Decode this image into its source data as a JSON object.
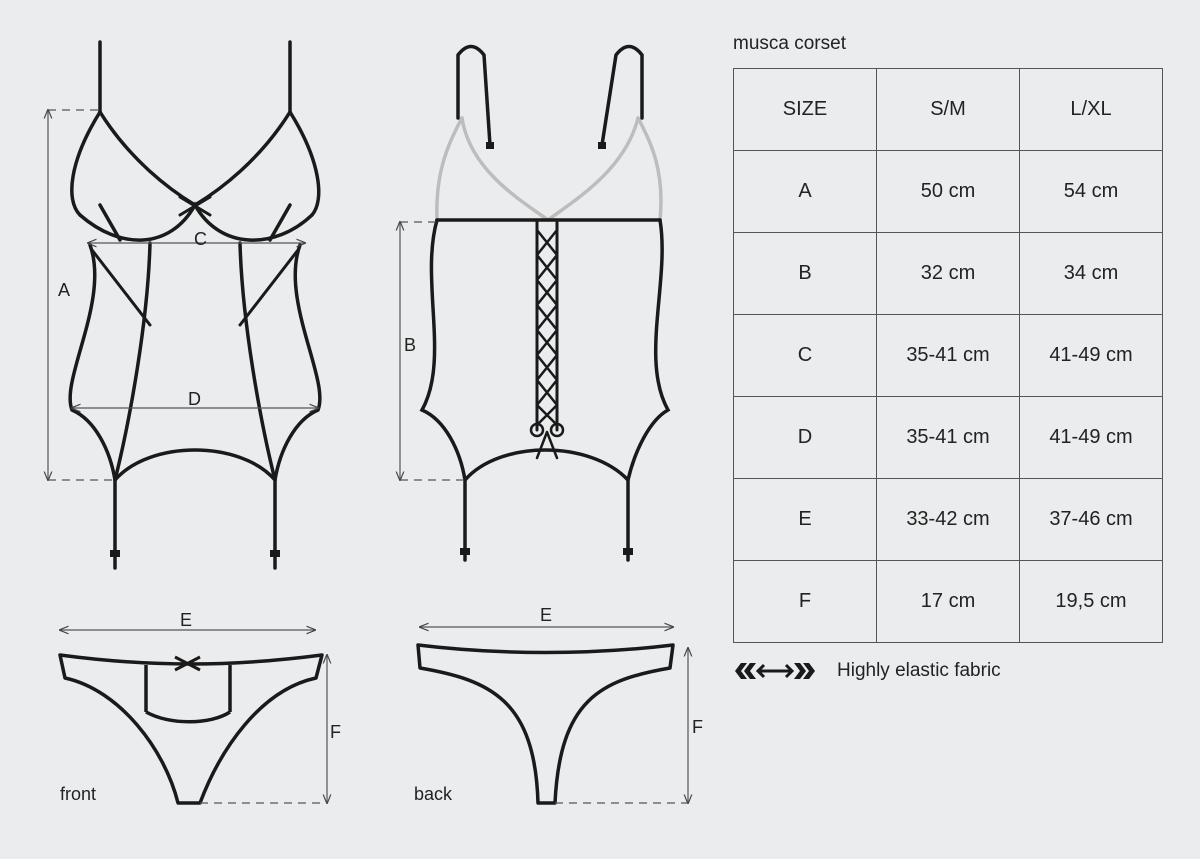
{
  "title": "musca corset",
  "table": {
    "header": [
      "SIZE",
      "S/M",
      "L/XL"
    ],
    "rows": [
      [
        "A",
        "50 cm",
        "54 cm"
      ],
      [
        "B",
        "32 cm",
        "34 cm"
      ],
      [
        "C",
        "35-41 cm",
        "41-49 cm"
      ],
      [
        "D",
        "35-41 cm",
        "41-49 cm"
      ],
      [
        "E",
        "33-42 cm",
        "37-46 cm"
      ],
      [
        "F",
        "17 cm",
        "19,5 cm"
      ]
    ]
  },
  "legend": {
    "icon": "elastic-arrows-icon",
    "label": "Highly elastic fabric"
  },
  "diagram": {
    "labels": {
      "A": "A",
      "B": "B",
      "C": "C",
      "D": "D",
      "E_front": "E",
      "E_back": "E",
      "F_front": "F",
      "F_back": "F"
    },
    "front": "front",
    "back": "back"
  }
}
